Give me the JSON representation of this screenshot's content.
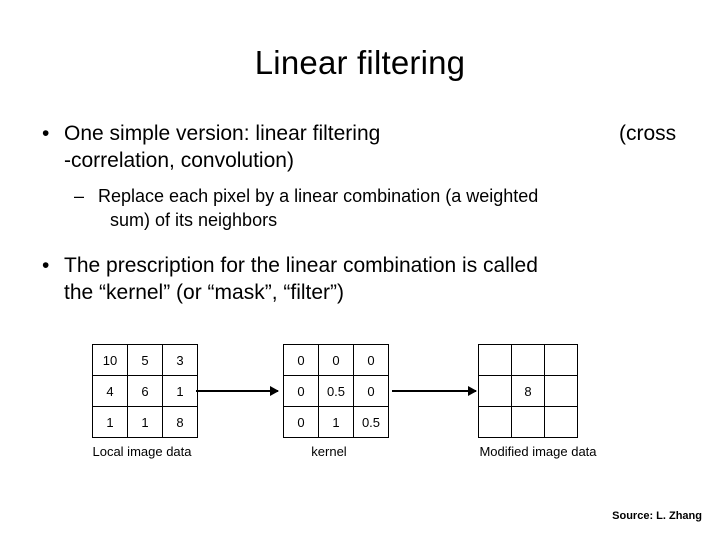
{
  "slide": {
    "title": "Linear filtering",
    "bullets": {
      "b1_line1": "One simple version:  linear filtering",
      "b1_cross": "(cross",
      "b1_line2": "-correlation, convolution)",
      "b2_line1": "Replace each pixel by a linear combination (a weighted",
      "b2_line2": "sum) of its neighbors",
      "b3_line1": "The prescription for the linear combination is called",
      "b3_line2": "the “kernel” (or “mask”, “filter”)"
    },
    "marks": {
      "bullet_dot": "•",
      "bullet_dash": "–"
    },
    "diagram": {
      "local": {
        "caption": "Local image data",
        "rows": [
          [
            "10",
            "5",
            "3"
          ],
          [
            "4",
            "6",
            "1"
          ],
          [
            "1",
            "1",
            "8"
          ]
        ]
      },
      "kernel": {
        "caption": "kernel",
        "rows": [
          [
            "0",
            "0",
            "0"
          ],
          [
            "0",
            "0.5",
            "0"
          ],
          [
            "0",
            "1",
            "0.5"
          ]
        ]
      },
      "output": {
        "caption": "Modified image data",
        "rows": [
          [
            "",
            "",
            ""
          ],
          [
            "",
            "8",
            ""
          ],
          [
            "",
            "",
            ""
          ]
        ]
      }
    },
    "source": "Source: L. Zhang"
  }
}
